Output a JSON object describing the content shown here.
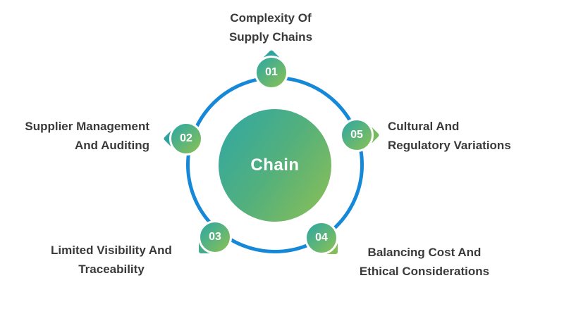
{
  "diagram": {
    "center_label": "Chain",
    "items": [
      {
        "number": "01",
        "lines": [
          "Complexity Of",
          "Supply Chains"
        ]
      },
      {
        "number": "02",
        "lines": [
          "Supplier Management",
          "And Auditing"
        ]
      },
      {
        "number": "03",
        "lines": [
          "Limited Visibility And",
          "Traceability"
        ]
      },
      {
        "number": "04",
        "lines": [
          "Balancing Cost And",
          "Ethical Considerations"
        ]
      },
      {
        "number": "05",
        "lines": [
          "Cultural And",
          "Regulatory Variations"
        ]
      }
    ],
    "colors": {
      "ring": "#1688d8",
      "badge_gradient_start": "#2ba7a4",
      "badge_gradient_end": "#8cc152",
      "label_text": "#3a3a3a",
      "number_text": "#ffffff",
      "center_text": "#ffffff"
    }
  }
}
